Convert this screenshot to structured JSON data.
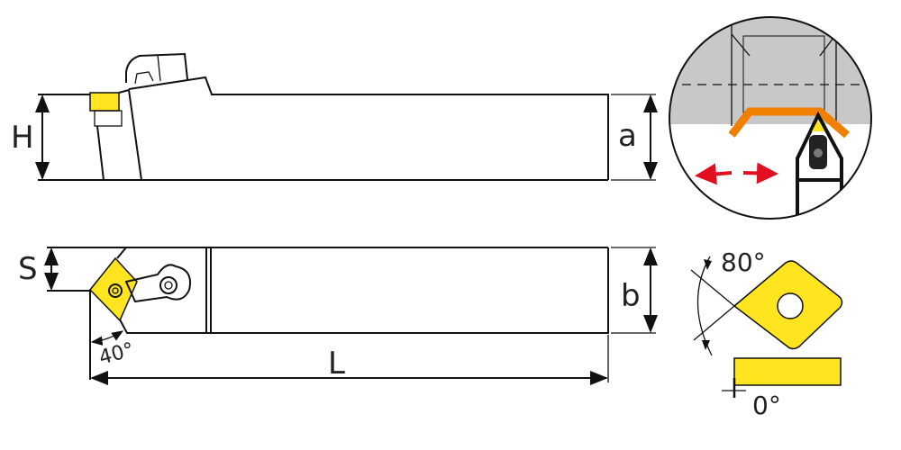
{
  "labels": {
    "H": "H",
    "a": "a",
    "S": "S",
    "b": "b",
    "L": "L",
    "angle_40": "40°",
    "angle_80": "80°",
    "angle_0": "0°"
  },
  "colors": {
    "insert": "#ffe51f",
    "workpiece": "#c8c8c8",
    "toolpath": "#f08000",
    "arrow": "#e01020",
    "line": "#111111"
  }
}
